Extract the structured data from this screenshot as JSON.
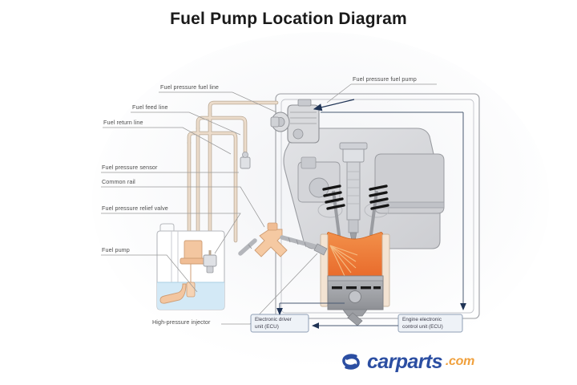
{
  "page": {
    "title": "Fuel Pump Location Diagram",
    "background_color": "#ffffff",
    "title_color": "#1a1a1a"
  },
  "colors": {
    "fuel_line": "#e7d6c3",
    "fuel_line_stroke": "#b9a894",
    "engine_fill": "#d9dadd",
    "engine_stroke": "#9a9ca1",
    "combustion_orange": "#ef7c33",
    "piston_grey": "#9c9ea3",
    "fuel_blue": "#cfe8f5",
    "pump_orange": "#f0bd95",
    "arrow_navy": "#1f3355",
    "leader_line": "#9a9a9a",
    "box_border": "#8f9fb5",
    "box_fill": "#eef2f7",
    "spring_black": "#151515"
  },
  "labels": {
    "fuel_pressure_fuel_line": "Fuel pressure fuel line",
    "fuel_feed_line": "Fuel feed line",
    "fuel_return_line": "Fuel return line",
    "fuel_pressure_sensor": "Fuel pressure sensor",
    "common_rail": "Common rail",
    "fuel_pressure_relief_valve": "Fuel pressure relief valve",
    "fuel_pump": "Fuel pump",
    "high_pressure_injector": "High-pressure injector",
    "fuel_pressure_fuel_pump": "Fuel pressure fuel pump"
  },
  "boxes": {
    "edu": {
      "line1": "Electronic driver",
      "line2": "unit (ECU)"
    },
    "ecu": {
      "line1": "Engine electronic",
      "line2": "control unit (ECU)"
    }
  },
  "logo": {
    "word": "carparts",
    "dotcom": ".com",
    "icon": "swirl-icon"
  }
}
